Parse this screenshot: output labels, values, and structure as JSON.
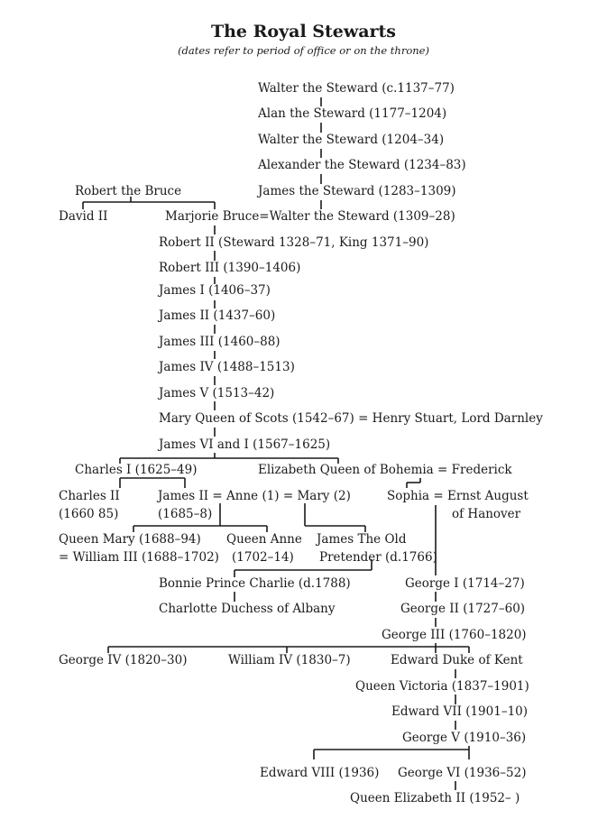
{
  "title": "The Royal Stewarts",
  "subtitle": "(dates refer to period of office or on the throne)",
  "people": {
    "walter1": "Walter the Steward (c.1137–77)",
    "alan": "Alan the Steward (1177–1204)",
    "walter2": "Walter the Steward (1204–34)",
    "alexander": "Alexander the Steward (1234–83)",
    "james_steward": "James the Steward (1283–1309)",
    "robert_bruce": "Robert the Bruce",
    "david2": "David II",
    "marjorie_walter": "Marjorie Bruce=Walter the Steward (1309–28)",
    "robert2": "Robert II (Steward 1328–71, King 1371–90)",
    "robert3": "Robert III (1390–1406)",
    "james1": "James I (1406–37)",
    "james2": "James II (1437–60)",
    "james3": "James III (1460–88)",
    "james4": "James IV (1488–1513)",
    "james5": "James V (1513–42)",
    "mary": "Mary Queen of Scots (1542–67) = Henry Stuart, Lord Darnley",
    "james6": "James VI and I (1567–1625)",
    "charles1": "Charles I (1625–49)",
    "elizabeth_bohemia": "Elizabeth Queen of Bohemia = Frederick",
    "charles2_a": "Charles II",
    "charles2_b": "(1660 85)",
    "james2e_a": "James II  = Anne (1) = Mary (2)",
    "james2e_b": "(1685–8)",
    "sophia_a": "Sophia = Ernst August",
    "sophia_b": "of Hanover",
    "queen_mary_a": "Queen Mary (1688–94)",
    "queen_mary_b": "= William III (1688–1702)",
    "queen_anne_a": "Queen Anne",
    "queen_anne_b": "(1702–14)",
    "old_pretender_a": "James The Old",
    "old_pretender_b": "Pretender (d.1766)",
    "bonnie": "Bonnie Prince Charlie (d.1788)",
    "charlotte": "Charlotte Duchess of Albany",
    "george1": "George I (1714–27)",
    "george2": "George II (1727–60)",
    "george3": "George III (1760–1820)",
    "george4": "George IV (1820–30)",
    "william4": "William IV (1830–7)",
    "edward_kent": "Edward Duke of Kent",
    "victoria": "Queen Victoria (1837–1901)",
    "edward7": "Edward VII (1901–10)",
    "george5": "George V (1910–36)",
    "edward8": "Edward VIII (1936)",
    "george6": "George VI (1936–52)",
    "elizabeth2": "Queen Elizabeth II (1952–   )"
  }
}
